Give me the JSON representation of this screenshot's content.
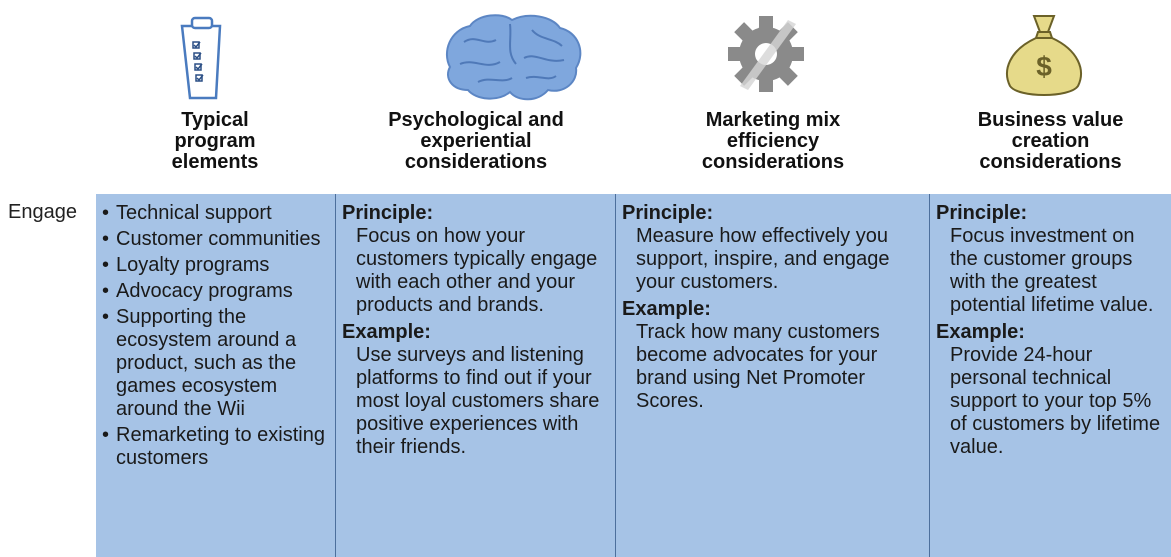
{
  "row_label": "Engage",
  "columns": [
    {
      "icon": "checklist-clipboard-icon",
      "header": [
        "Typical",
        "program",
        "elements"
      ]
    },
    {
      "icon": "brain-icon",
      "header": [
        "Psychological and",
        "experiential",
        "considerations"
      ]
    },
    {
      "icon": "gear-icon",
      "header": [
        "Marketing mix",
        "efficiency",
        "considerations"
      ]
    },
    {
      "icon": "money-bag-icon",
      "header": [
        "Business value",
        "creation",
        "considerations"
      ]
    }
  ],
  "program_elements": [
    "Technical support",
    "Customer communities",
    "Loyalty programs",
    "Advocacy programs",
    "Supporting the ecosystem around a product, such as the games ecosystem around the Wii",
    "Remarketing to existing customers"
  ],
  "principle_label": "Principle:",
  "example_label": "Example:",
  "psychological": {
    "principle": "Focus on how your customers typically engage with each other and your products and brands.",
    "example": "Use surveys and listening platforms to find out if your most loyal customers share positive experiences with their friends."
  },
  "marketing_mix": {
    "principle": "Measure how effectively you support, inspire, and engage your customers.",
    "example": "Track how many customers become advocates for your brand using Net Promoter Scores."
  },
  "business_value": {
    "principle": "Focus investment on the customer groups with the greatest potential lifetime value.",
    "example": "Provide 24-hour personal technical support to your top 5% of customers by lifetime value."
  },
  "colors": {
    "cell_bg": "#a6c3e6",
    "divider": "#4d6f9c",
    "money_bag": "#e6da8a"
  }
}
